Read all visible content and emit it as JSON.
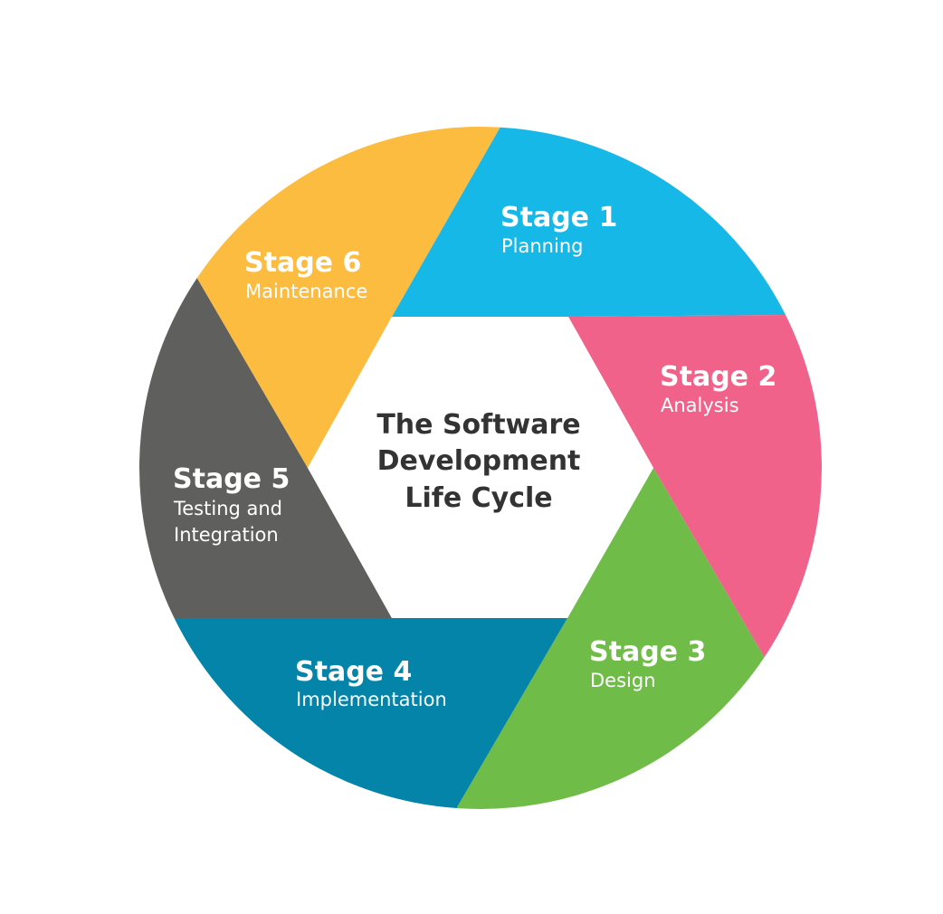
{
  "title": {
    "lines": [
      "The Software",
      "Development",
      "Life Cycle"
    ]
  },
  "stages": [
    {
      "title": "Stage 1",
      "subtitle_lines": [
        "Planning"
      ],
      "color": "#16b8e8"
    },
    {
      "title": "Stage 2",
      "subtitle_lines": [
        "Analysis"
      ],
      "color": "#f0628a"
    },
    {
      "title": "Stage 3",
      "subtitle_lines": [
        "Design"
      ],
      "color": "#6fbd48"
    },
    {
      "title": "Stage 4",
      "subtitle_lines": [
        "Implementation"
      ],
      "color": "#0384a8"
    },
    {
      "title": "Stage 5",
      "subtitle_lines": [
        "Testing and",
        "Integration"
      ],
      "color": "#5f5f5d"
    },
    {
      "title": "Stage 6",
      "subtitle_lines": [
        "Maintenance"
      ],
      "color": "#fbbc40"
    }
  ],
  "colors": {
    "center_fill": "#ffffff",
    "center_text": "#333333",
    "stage_text": "#ffffff"
  }
}
